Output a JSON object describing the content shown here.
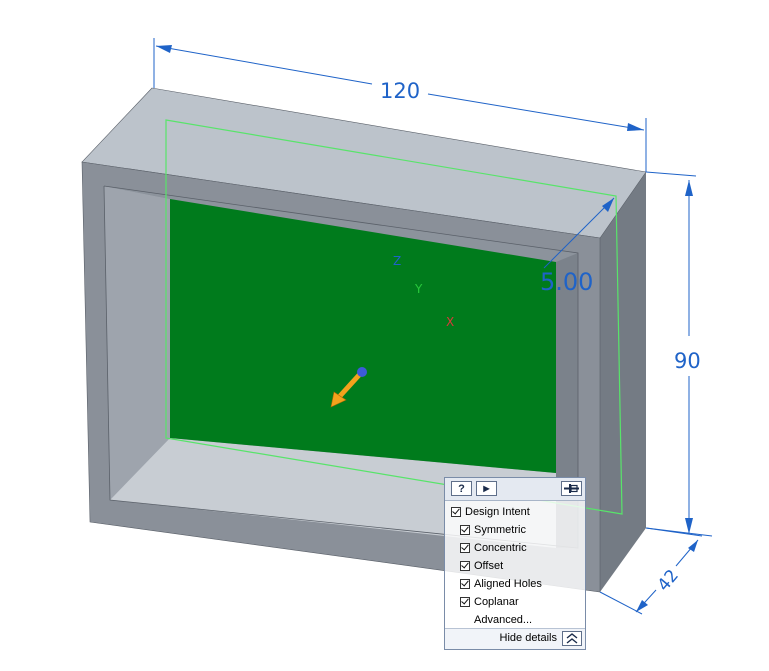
{
  "dimensions": {
    "width": "120",
    "height": "90",
    "depth": "42",
    "offset": "5.00"
  },
  "axes": {
    "x": "X",
    "y": "Y",
    "z": "Z"
  },
  "design_intent_panel": {
    "help_label": "?",
    "play_label": "▶",
    "design_intent_label": "Design Intent",
    "options": {
      "symmetric": "Symmetric",
      "concentric": "Concentric",
      "offset": "Offset",
      "aligned_holes": "Aligned Holes",
      "coplanar": "Coplanar"
    },
    "advanced_label": "Advanced...",
    "hide_details_label": "Hide details"
  },
  "colors": {
    "selected_face": "#007b1c",
    "selection_outline": "#58e46a",
    "dimension": "#1f63c8",
    "body_front": "#8a9099",
    "body_top": "#bcc3cb",
    "body_side": "#747b84"
  },
  "icons": {
    "drag_handle": "arrow-handle-icon",
    "pin": "pin-icon",
    "collapse": "double-chevron-up-icon"
  }
}
